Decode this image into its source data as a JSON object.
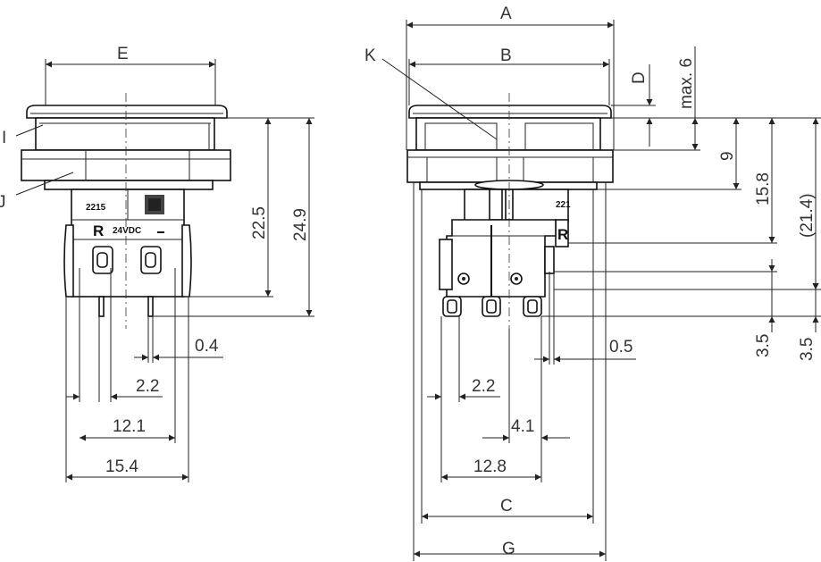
{
  "letters": {
    "A": "A",
    "B": "B",
    "C": "C",
    "D": "D",
    "E": "E",
    "G": "G",
    "I": "I",
    "J": "J",
    "K": "K"
  },
  "dimensions": {
    "max6": "max. 6",
    "d9": "9",
    "d15_8": "15.8",
    "d21_4": "(21.4)",
    "d22_5": "22.5",
    "d24_9": "24.9",
    "d0_4": "0.4",
    "d2_2_left": "2.2",
    "d12_1": "12.1",
    "d15_4": "15.4",
    "d0_5": "0.5",
    "d2_2_right": "2.2",
    "d4_1": "4.1",
    "d12_8": "12.8",
    "d3_5_a": "3.5",
    "d3_5_b": "3.5"
  },
  "part_marks": {
    "code_left": "2215",
    "code_right": "221",
    "voltage": "24VDC",
    "r_left": "R",
    "r_right": "R"
  }
}
